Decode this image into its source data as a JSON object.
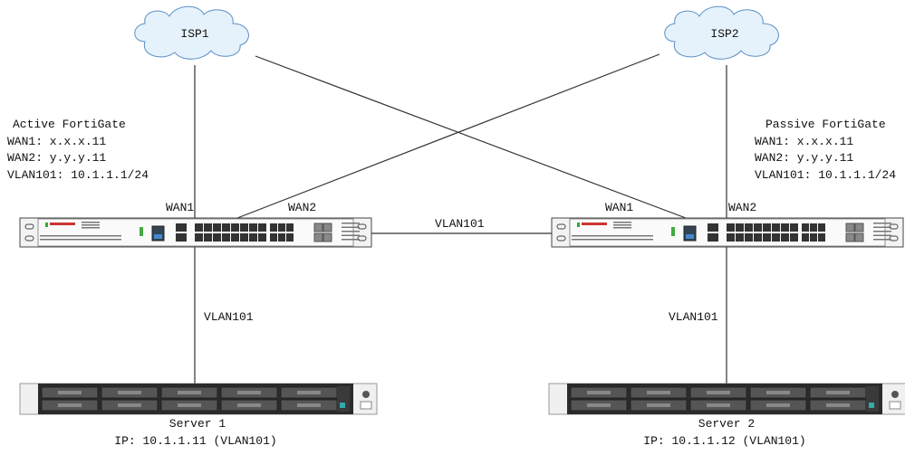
{
  "clouds": [
    {
      "label": "ISP1",
      "color": "#e6f2fb",
      "stroke": "#5b8fc7"
    },
    {
      "label": "ISP2",
      "color": "#e6f2fb",
      "stroke": "#5b8fc7"
    }
  ],
  "firewalls": [
    {
      "role": "Active FortiGate",
      "wan1": "WAN1: x.x.x.11",
      "wan2": "WAN2: y.y.y.11",
      "vlan": "VLAN101: 10.1.1.1/24",
      "port_wan1": "WAN1",
      "port_wan2": "WAN2",
      "icon": "fortigate-appliance-icon"
    },
    {
      "role": "Passive FortiGate",
      "wan1": "WAN1: x.x.x.11",
      "wan2": "WAN2: y.y.y.11",
      "vlan": "VLAN101: 10.1.1.1/24",
      "port_wan1": "WAN1",
      "port_wan2": "WAN2",
      "icon": "fortigate-appliance-icon"
    }
  ],
  "links": {
    "ha_link": "VLAN101",
    "server1_link": "VLAN101",
    "server2_link": "VLAN101"
  },
  "servers": [
    {
      "name": "Server 1",
      "ip": "IP: 10.1.1.11 (VLAN101)",
      "icon": "rack-server-icon"
    },
    {
      "name": "Server 2",
      "ip": "IP: 10.1.1.12 (VLAN101)",
      "icon": "rack-server-icon"
    }
  ]
}
